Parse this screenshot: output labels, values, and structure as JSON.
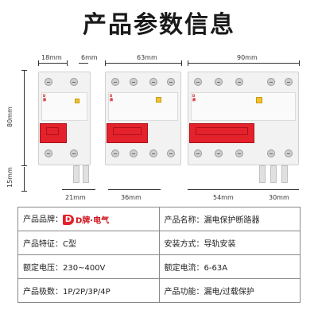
{
  "title": "产品参数信息",
  "dimensions": {
    "top": [
      "18mm",
      "6mm",
      "63mm",
      "90mm"
    ],
    "bottom": [
      "21mm",
      "36mm",
      "54mm",
      "30mm"
    ],
    "side": [
      "80mm",
      "15mm"
    ]
  },
  "colors": {
    "accent": "#e3222c",
    "test_button": "#f2c230",
    "border": "#8a8a8a"
  },
  "specs": {
    "brand_key": "产品品牌：",
    "brand_logo_letter": "D",
    "brand_logo_text": "D牌·电气",
    "name_key": "产品名称：",
    "name_val": "漏电保护断路器",
    "feature_key": "产品特征：",
    "feature_val": "C型",
    "install_key": "安装方式：",
    "install_val": "导轨安装",
    "voltage_key": "额定电压：",
    "voltage_val": "230~400V",
    "current_key": "额定电流：",
    "current_val": "6-63A",
    "poles_key": "产品极数：",
    "poles_val": "1P/2P/3P/4P",
    "function_key": "产品功能：",
    "function_val": "漏电/过载保护"
  }
}
